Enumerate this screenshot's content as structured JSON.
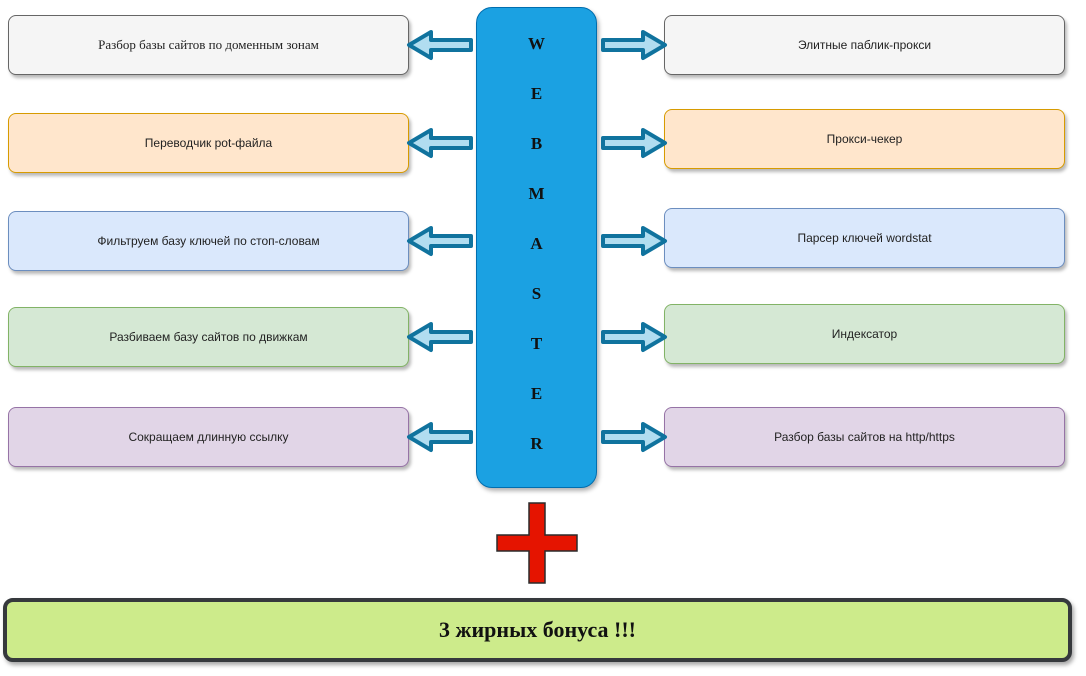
{
  "center": {
    "letters": [
      "W",
      "E",
      "B",
      "M",
      "A",
      "S",
      "T",
      "E",
      "R"
    ],
    "color": "#1ba1e2"
  },
  "left_boxes": [
    {
      "label": "Разбор базы сайтов по доменным зонам",
      "color": "gray"
    },
    {
      "label": "Переводчик pot-файла",
      "color": "orange"
    },
    {
      "label": "Фильтруем базу ключей по стоп-словам",
      "color": "blue"
    },
    {
      "label": "Разбиваем базу сайтов по движкам",
      "color": "green"
    },
    {
      "label": "Сокращаем длинную ссылку",
      "color": "purple"
    }
  ],
  "right_boxes": [
    {
      "label": "Элитные паблик-прокси",
      "color": "gray"
    },
    {
      "label": "Прокси-чекер",
      "color": "orange"
    },
    {
      "label": "Парсер ключей wordstat",
      "color": "blue"
    },
    {
      "label": "Индексатор",
      "color": "green"
    },
    {
      "label": "Разбор базы сайтов на http/https",
      "color": "purple"
    }
  ],
  "plus_icon": {
    "color": "#e51400"
  },
  "arrow_colors": {
    "fill": "#b1ddf0",
    "stroke": "#10739e"
  },
  "bonus": {
    "label": "3 жирных бонуса !!!",
    "color": "#cdeb8b"
  }
}
